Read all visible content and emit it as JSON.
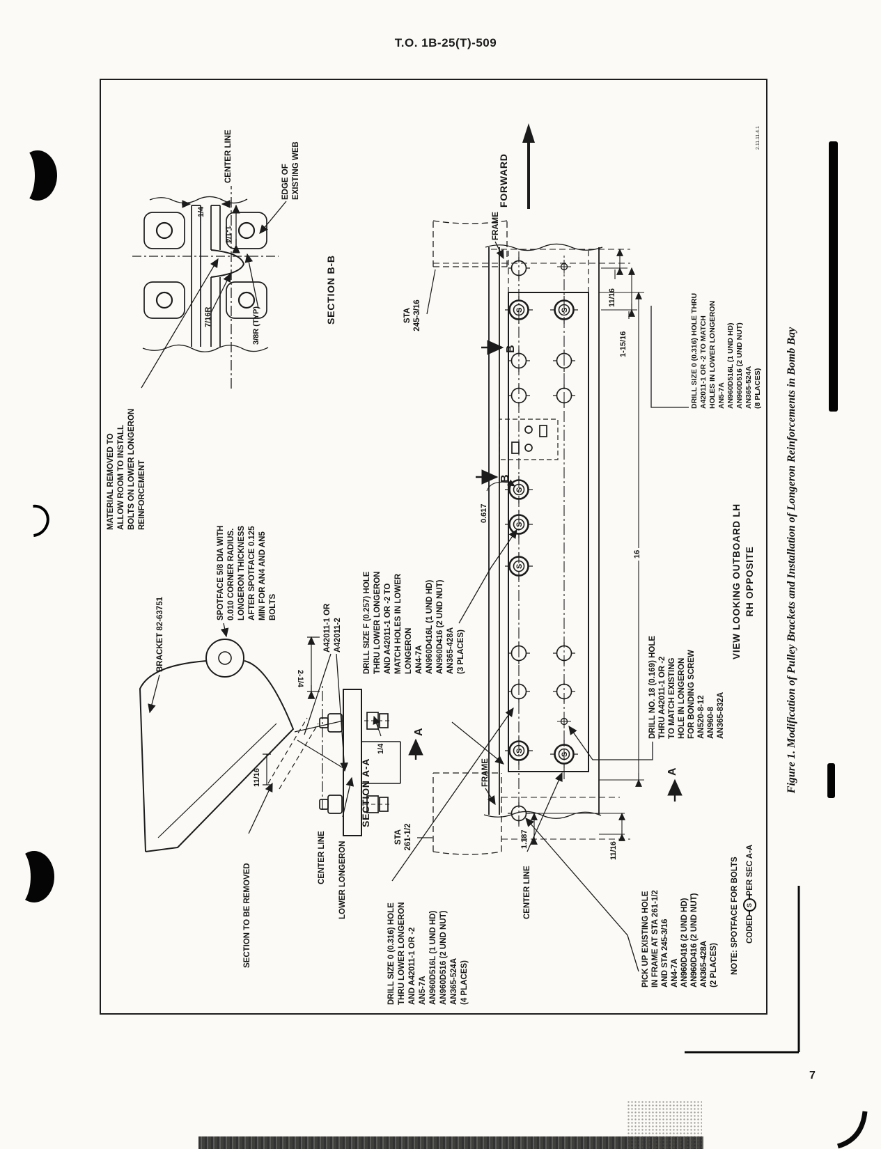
{
  "page": {
    "header": "T.O. 1B-25(T)-509",
    "figure_caption": "Figure 1.  Modification of Pulley Brackets and Installation of Longeron Reinforcements in Bomb Bay",
    "page_number": "7",
    "edge_code": "2.11.11.4.1"
  },
  "colors": {
    "paper": "#fbfaf6",
    "ink": "#1a1a1a"
  },
  "labels": {
    "material_removed": "MATERIAL REMOVED TO\nALLOW ROOM TO INSTALL\nBOLTS ON LOWER LONGERON\nREINFORCEMENT",
    "spotface_callout": "SPOTFACE 5/8 DIA WITH\n0.010 CORNER RADIUS.\nLONGERON THICKNESS\nAFTER SPOTFACE 0.125\nMIN FOR AN4 AND AN5\nBOLTS",
    "bracket_part": "BRACKET 82-63751",
    "a42011_upper": "A42011-1 OR\nA42011-2",
    "a42011_lower": "A42011-1 OR\nA42011-2",
    "drill_size_f": "DRILL SIZE F (0.257) HOLE\nTHRU LOWER LONGERON\nAND A42011-1 OR -2 TO\nMATCH HOLES IN LOWER\nLONGERON\nAN4-7A\nAN960D416L (1 UND HD)\nAN960D416 (2 UND NUT)\nAN365-428A\n(3 PLACES)",
    "drill_size_0_match": "DRILL SIZE 0 (0.316) HOLE THRU\nA42011-1 OR -2 TO MATCH\nHOLES IN LOWER LONGERON\nAN5-7A\nAN960D516L (1 UND HD)\nAN960D516 (2 UND NUT)\nAN365-524A\n(8 PLACES)",
    "drill_size_0_thru": "DRILL SIZE 0 (0.316) HOLE\nTHRU LOWER LONGERON\nAND A42011-1 OR -2\nAN5-7A\nAN960D516L (1 UND HD)\nAN960D516 (2 UND NUT)\nAN365-524A\n(4 PLACES)",
    "drill_no_18": "DRILL NO. 18 (0.169) HOLE\nTHRU A42011-1 OR -2\nTO MATCH EXISTING\nHOLE IN LONGERON\nFOR BONDING SCREW\nAN520-8-12\nAN960-8\nAN365-832A",
    "pick_up_existing": "PICK UP EXISTING HOLE\nIN FRAME AT STA 261-1/2\nAND STA 245-3/16\nAN4-7A\nAN960D416 (2 UND HD)\nAN960D416 (2 UND NUT)\nAN365-428A\n(2 PLACES)",
    "view_looking": "VIEW LOOKING OUTBOARD LH\nRH OPPOSITE",
    "section_aa": "SECTION A-A",
    "section_bb": "SECTION B-B",
    "forward": "FORWARD",
    "frame_top": "FRAME",
    "frame_bottom": "FRAME",
    "sta_245": "STA\n245-3/16",
    "sta_261": "STA\n261-1/2",
    "center_line_bb": "CENTER LINE",
    "center_line_aa": "CENTER LINE",
    "center_line_main": "CENTER LINE",
    "lower_longeron": "LOWER LONGERON",
    "section_to_be_removed": "SECTION TO BE REMOVED",
    "edge_of_web": "EDGE OF\nEXISTING WEB",
    "note_line1": "NOTE:  SPOTFACE FOR BOLTS",
    "note_coded": "CODED",
    "note_per": "PER SEC A-A"
  },
  "dims": {
    "quarter_bb": "1/4",
    "one_one_quarter": "1-1/4",
    "r_716": "7/16R",
    "r_38_typ": "3/8R (TYP)",
    "two_one_quarter": "2-1/4",
    "quarter_aa": "1/4",
    "eleven_16_aa": "11/16",
    "eleven_16_fwd": "11/16",
    "one_15_16": "1-15/16",
    "d_0617": "0.617",
    "sixteen": "16",
    "d_1187": "1.187",
    "eleven_16_aft": "11/16"
  },
  "symbols": {
    "section_a": "A",
    "section_b": "B",
    "spotface_letter": "S"
  }
}
